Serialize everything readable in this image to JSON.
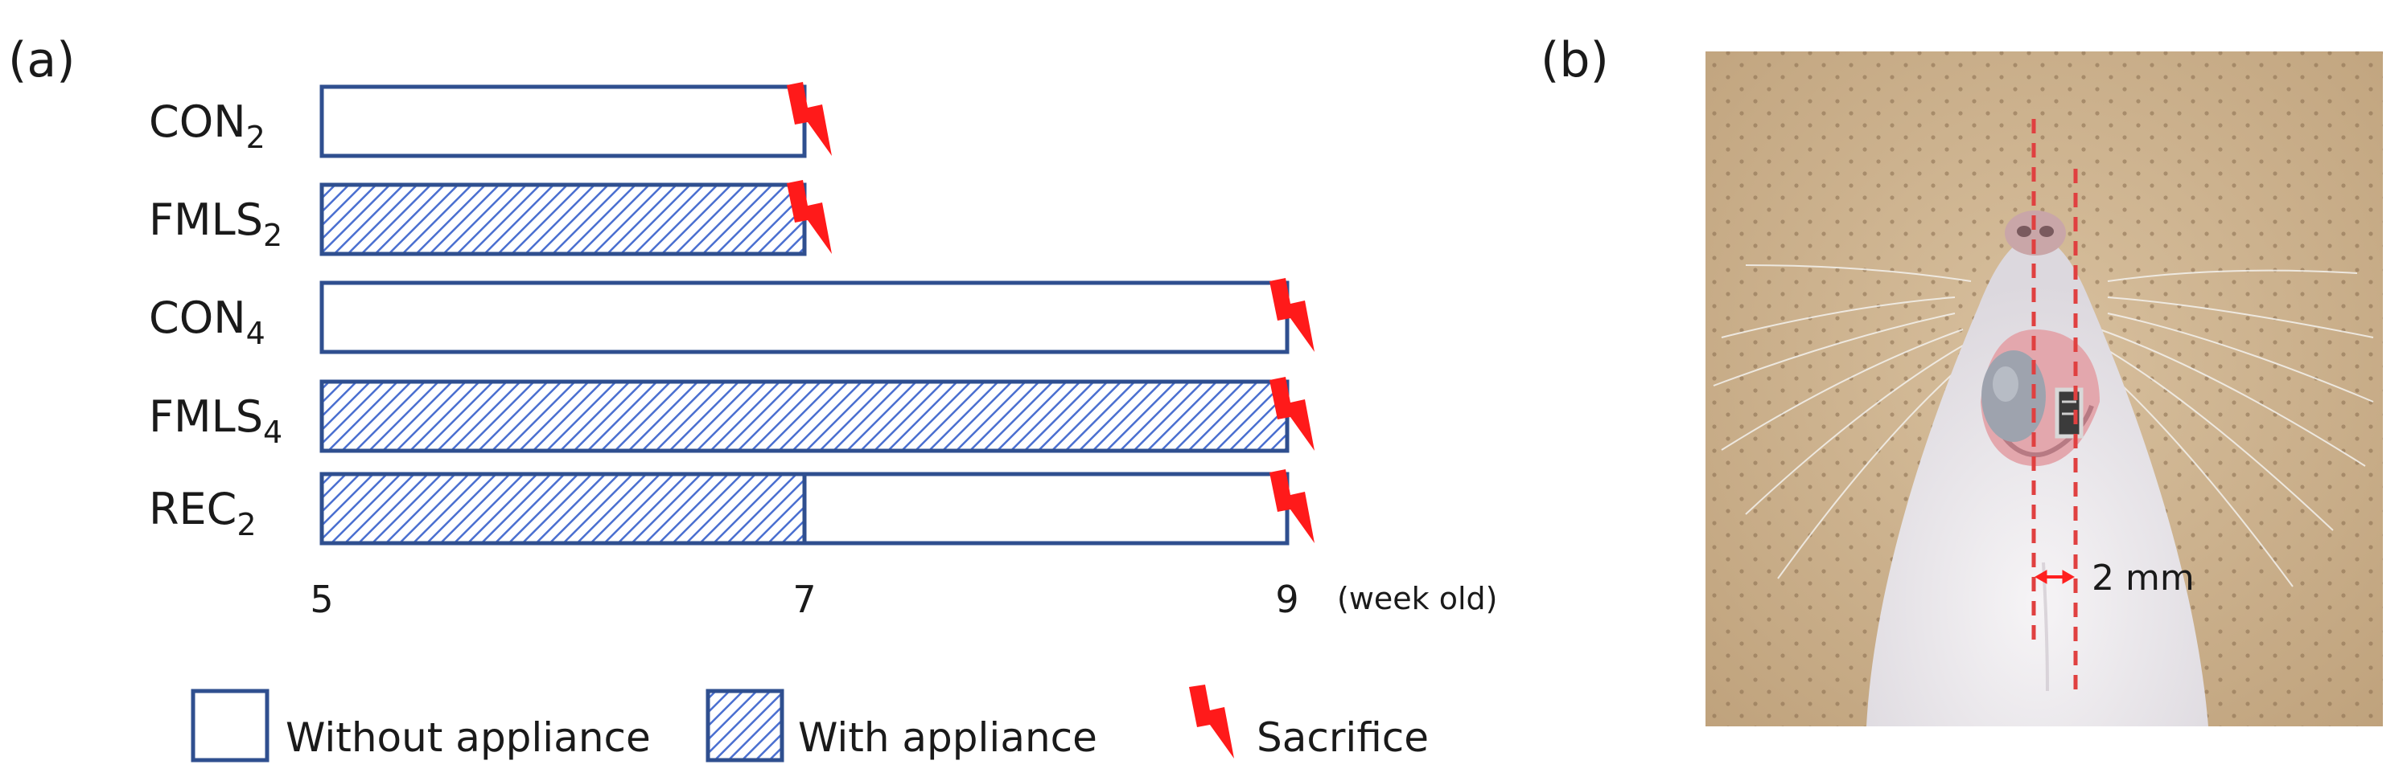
{
  "panel_a": {
    "label": "(a)",
    "rows": [
      {
        "name": "CON",
        "sub": "2",
        "start": 5,
        "end": 7,
        "appliance_end": 5,
        "sacrifice": 7
      },
      {
        "name": "FMLS",
        "sub": "2",
        "start": 5,
        "end": 7,
        "appliance_end": 7,
        "sacrifice": 7
      },
      {
        "name": "CON",
        "sub": "4",
        "start": 5,
        "end": 9,
        "appliance_end": 5,
        "sacrifice": 9
      },
      {
        "name": "FMLS",
        "sub": "4",
        "start": 5,
        "end": 9,
        "appliance_end": 9,
        "sacrifice": 9
      },
      {
        "name": "REC",
        "sub": "2",
        "start": 5,
        "end": 9,
        "appliance_end": 7,
        "sacrifice": 9
      }
    ],
    "axis": {
      "ticks": [
        "5",
        "7",
        "9"
      ],
      "unit": "(week old)",
      "range": [
        5,
        9
      ]
    },
    "legend": {
      "without": "Without appliance",
      "with": "With appliance",
      "sacrifice": "Sacrifice"
    },
    "colors": {
      "bar_stroke": "#2f4f8f",
      "hatch": "#4a6fd0",
      "sacrifice": "#ff1a1a"
    }
  },
  "panel_b": {
    "label": "(b)",
    "measurement": "2 mm",
    "colors": {
      "guide_line": "#e04040",
      "background": "#c9ae8a",
      "fur": "#eeebee"
    }
  }
}
